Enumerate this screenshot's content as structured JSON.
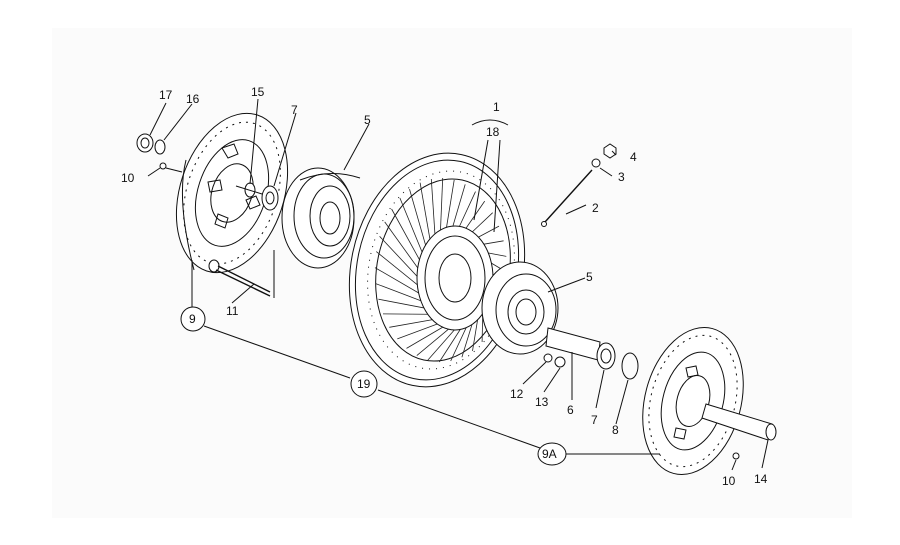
{
  "diagram": {
    "labels": {
      "l1": "1",
      "l2": "2",
      "l3": "3",
      "l4": "4",
      "l5a": "5",
      "l5b": "5",
      "l6": "6",
      "l7a": "7",
      "l7b": "7",
      "l8": "8",
      "l9": "9",
      "l9a": "9A",
      "l10a": "10",
      "l10b": "10",
      "l11": "11",
      "l12": "12",
      "l13": "13",
      "l14": "14",
      "l15": "15",
      "l16": "16",
      "l17": "17",
      "l18": "18",
      "l19": "19"
    }
  }
}
